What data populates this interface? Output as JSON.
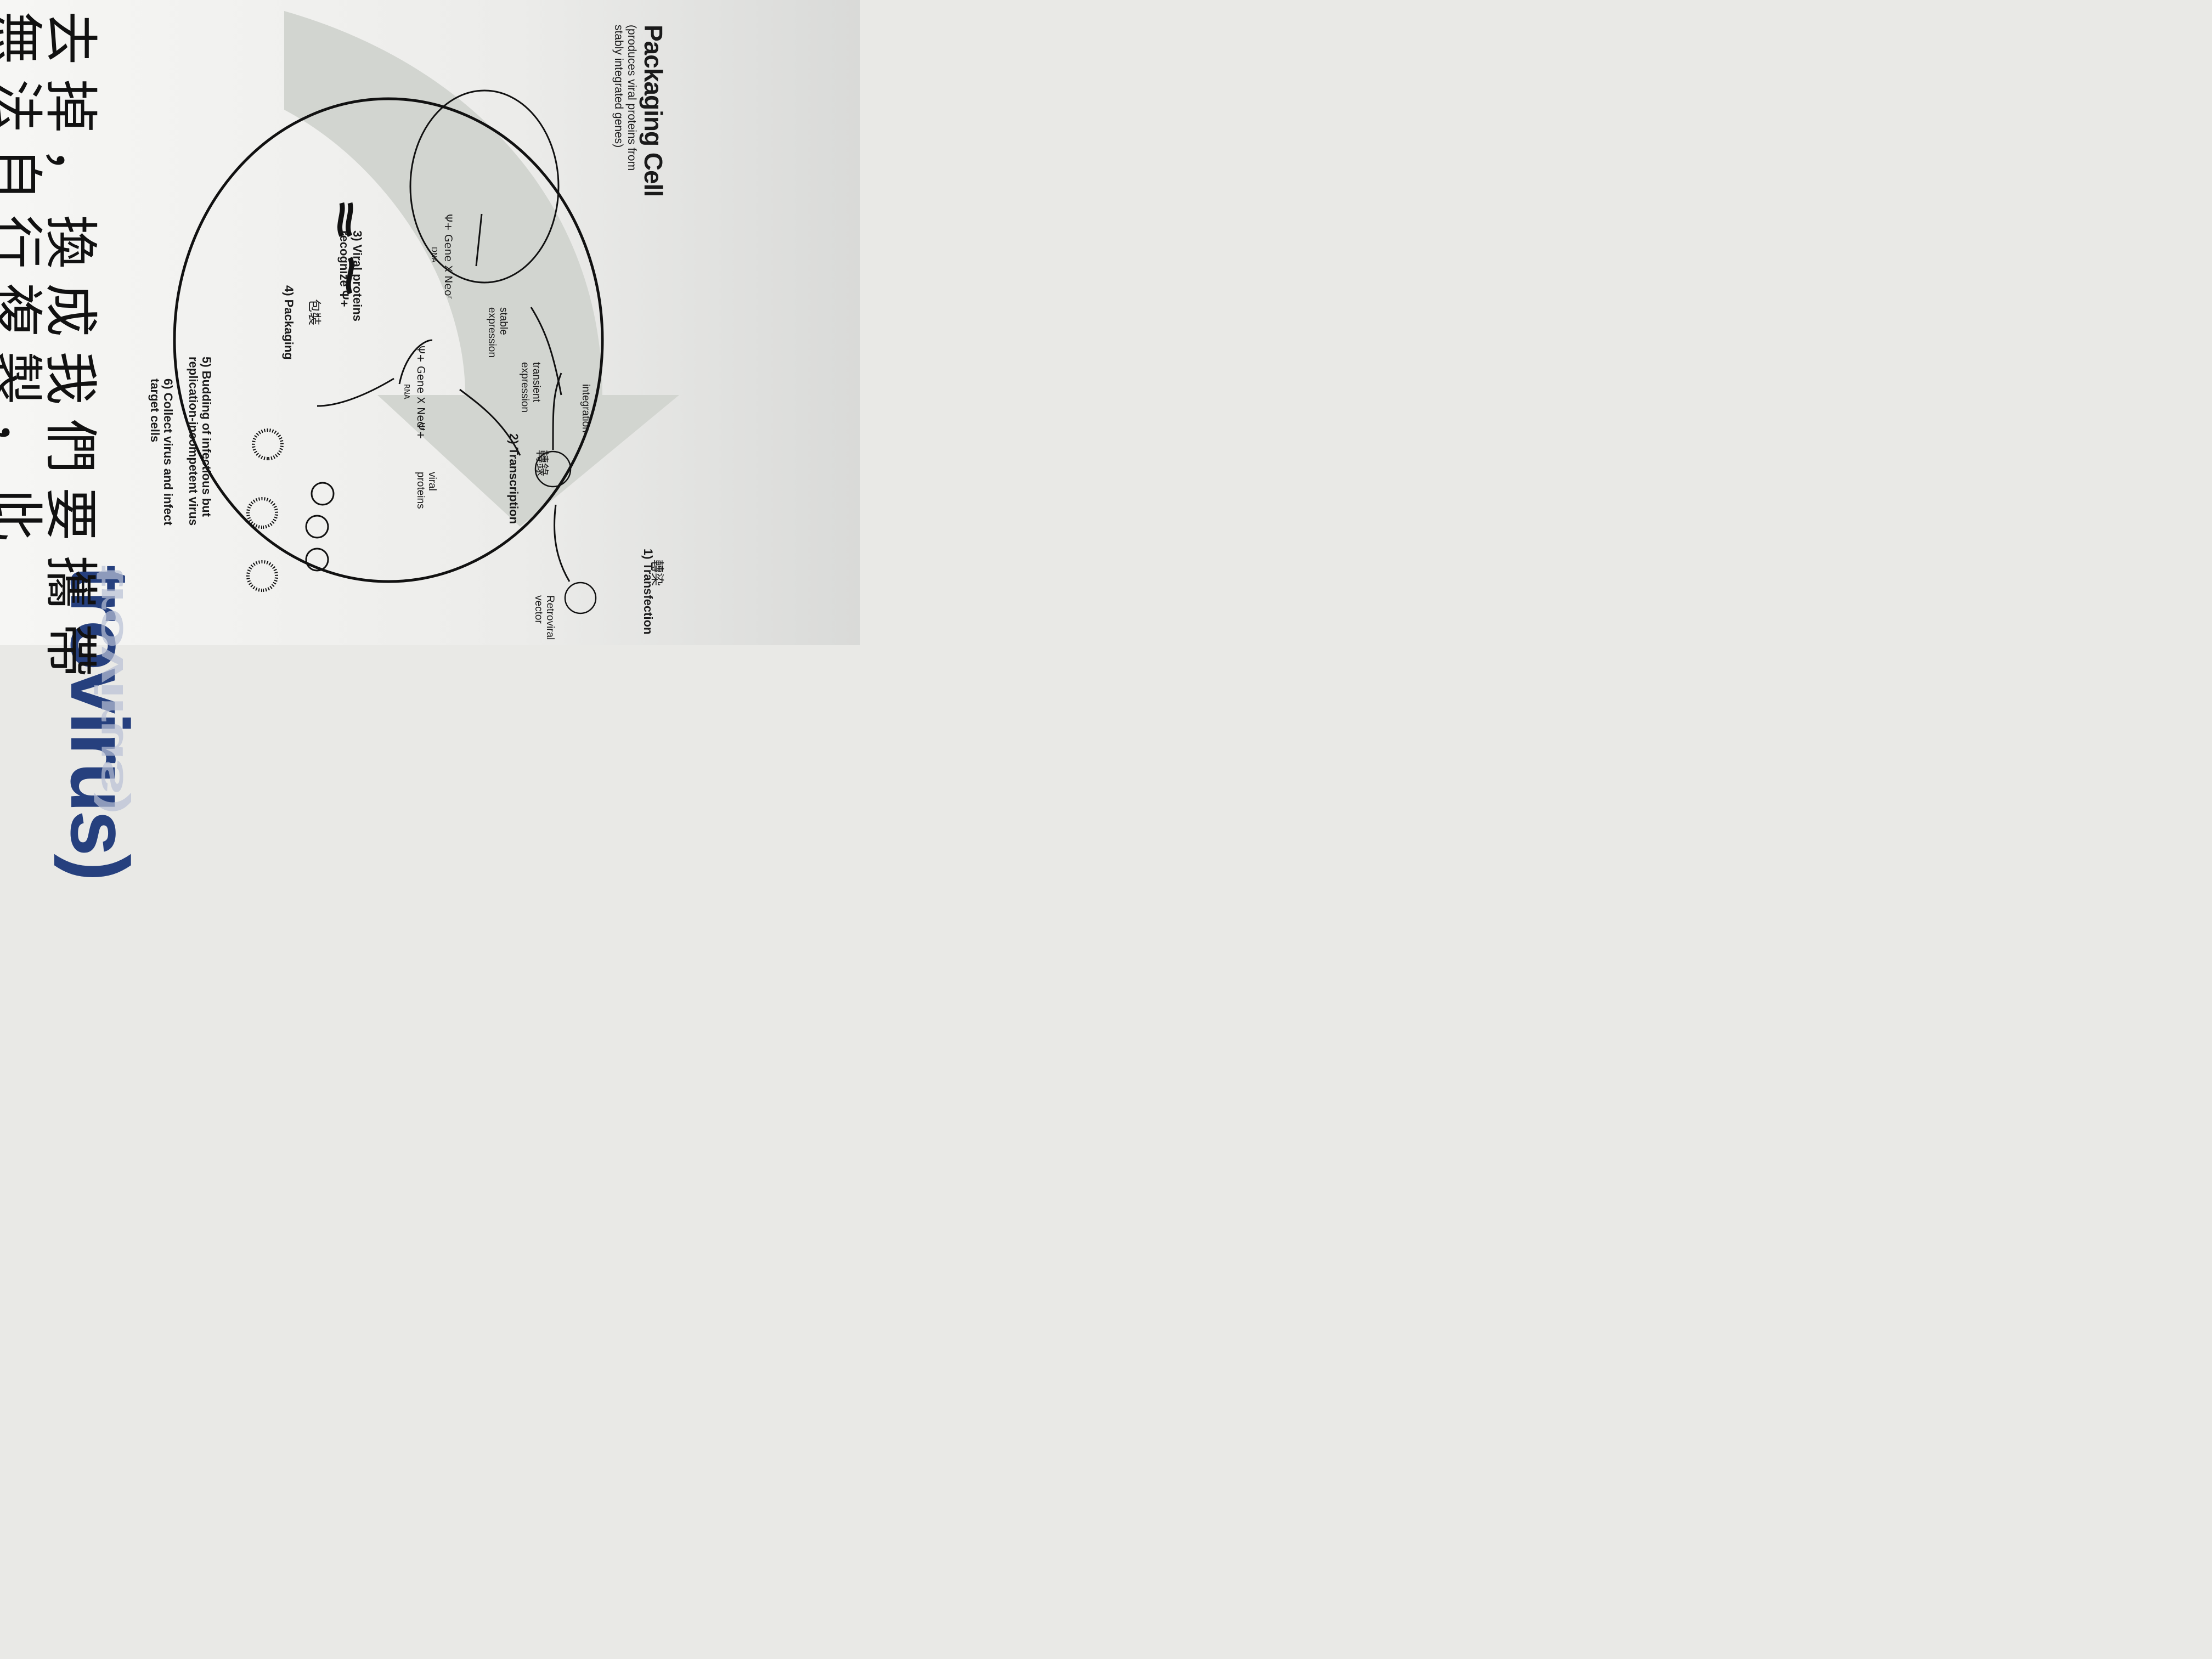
{
  "title_fragment": "trovirus)",
  "packaging_cell": {
    "title": "Packaging Cell",
    "subtitle_line1": "(produces viral proteins from",
    "subtitle_line2": "stably integrated genes)"
  },
  "retroviral_vector": {
    "line1": "Retroviral",
    "line2": "vector"
  },
  "steps": {
    "transfection_zh": "轉染",
    "transfection": "1) Transfection",
    "transcription_zh": "轉錄",
    "transcription": "2) Transcription",
    "viral_proteins_line1": "3) Viral proteins",
    "viral_proteins_line2": "recognize Ψ+",
    "packaging_zh": "包裝",
    "packaging": "4) Packaging",
    "budding_line1": "5) Budding of infectious but",
    "budding_line2": "replication-incompetent virus",
    "collect_line1": "6) Collect virus and infect",
    "collect_line2": "target cells"
  },
  "arrow_labels": {
    "integration": "integration",
    "transient_line1": "transient",
    "transient_line2": "expression",
    "stable_line1": "stable",
    "stable_line2": "expression",
    "viral_proteins_line1": "viral",
    "viral_proteins_line2": "proteins"
  },
  "genes": {
    "dna_construct": "Ψ+ Gene X  Neoʳ",
    "dna_label": "DNA",
    "rna_construct": "Ψ+ Gene X  Neoʳ",
    "rna_label": "RNA",
    "psi_label": "Ψ+"
  },
  "chinese_text": {
    "line1": "去掉，換成我們要攜帶",
    "line2": "無法自行複製，此"
  },
  "colors": {
    "background": "#e9e9e6",
    "sweep_arrow": "#d2d5d0",
    "ink": "#1a1a1a",
    "title_blue": "#26407e"
  }
}
